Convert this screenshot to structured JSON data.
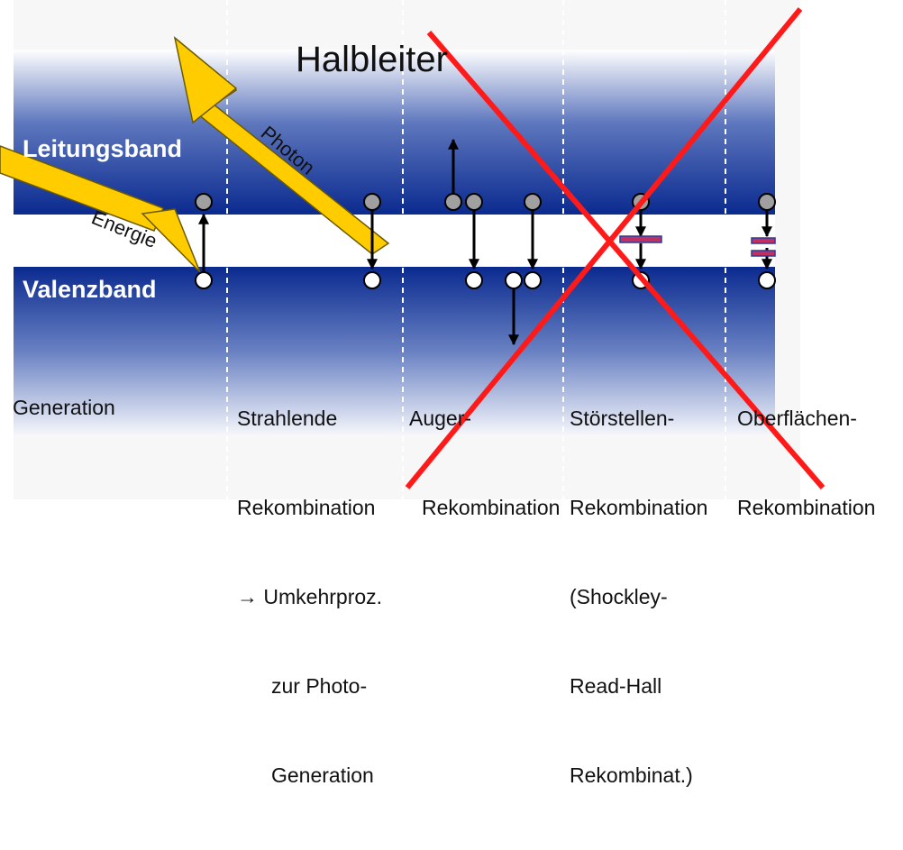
{
  "title": "Halbleiter",
  "bands": {
    "conduction": "Leitungsband",
    "valence": "Valenzband"
  },
  "arrows": {
    "energy_label": "Energie",
    "photon_label": "Photon"
  },
  "processes": [
    {
      "lines": [
        "Generation"
      ],
      "crossed": false
    },
    {
      "lines": [
        "Strahlende",
        "Rekombination",
        "→ Umkehrproz.",
        "zur Photo-",
        "Generation"
      ],
      "crossed": false
    },
    {
      "lines": [
        "Auger-",
        "Rekombination"
      ],
      "crossed": true
    },
    {
      "lines": [
        "Störstellen-",
        "Rekombination",
        "(Shockley-",
        "Read-Hall",
        "Rekombinat.)"
      ],
      "crossed": true
    },
    {
      "lines": [
        "Oberflächen-",
        "Rekombination"
      ],
      "crossed": true
    }
  ],
  "colors": {
    "band_dark": "#0a2a8f",
    "arrow_fill": "#ffcc00",
    "cross": "#ff1a1a",
    "trap_level": "#c03060"
  }
}
